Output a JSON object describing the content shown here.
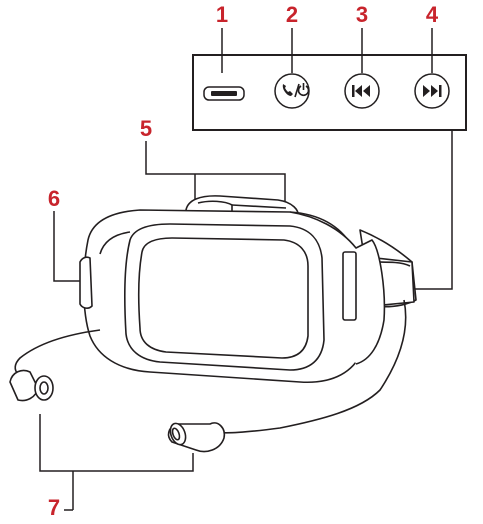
{
  "colors": {
    "callout": "#c8242c",
    "line": "#231f20",
    "background": "#ffffff"
  },
  "callouts": [
    {
      "label": "1",
      "part": "micro-usb-port"
    },
    {
      "label": "2",
      "part": "call-power-button"
    },
    {
      "label": "3",
      "part": "previous-track-button"
    },
    {
      "label": "4",
      "part": "next-track-button"
    },
    {
      "label": "5",
      "part": "top-head-strap"
    },
    {
      "label": "6",
      "part": "side-control-area"
    },
    {
      "label": "7",
      "part": "earphones"
    }
  ],
  "icons": {
    "usb": "micro-usb-port-icon",
    "call_power": "call-power-icon",
    "previous": "previous-track-icon",
    "next": "next-track-icon"
  }
}
